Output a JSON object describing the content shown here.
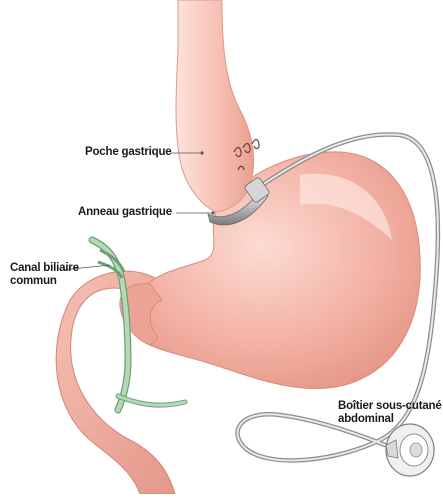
{
  "labels": {
    "poche": "Poche gastrique",
    "anneau": "Anneau gastrique",
    "canal_line1": "Canal biliaire",
    "canal_line2": "commun",
    "boitier_line1": "Boîtier sous-cutané",
    "boitier_line2": "abdominal"
  },
  "colors": {
    "stomach_fill": "#f3b1a4",
    "stomach_shade": "#e59483",
    "stomach_light": "#fbd4ca",
    "duodenum_fill": "#efaa9b",
    "bile_duct": "#b5d8b8",
    "bile_duct_edge": "#6f9f76",
    "band": "#c9c9c9",
    "tube": "#9e9e9e",
    "port": "#e6e6e6",
    "leader": "#555555"
  }
}
